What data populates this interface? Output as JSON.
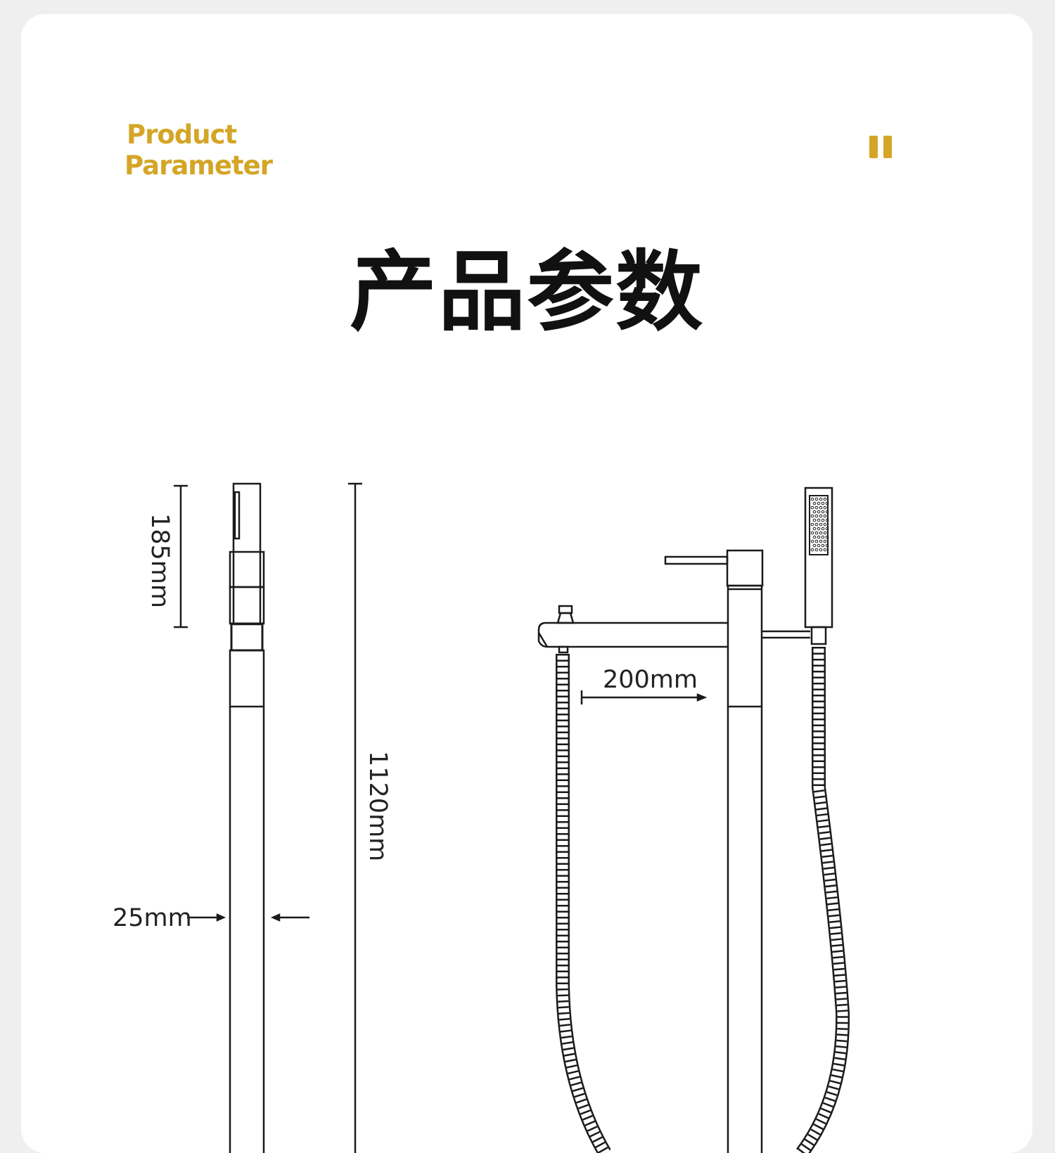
{
  "heading": {
    "en_line1": "Product",
    "en_line2": "Parameter",
    "cn": "产品参数",
    "accent_color": "#d4a526",
    "icon": "pause-icon"
  },
  "dimensions": {
    "handle_height": "185mm",
    "total_height": "1120mm",
    "pipe_diameter": "25mm",
    "spout_reach": "200mm"
  }
}
